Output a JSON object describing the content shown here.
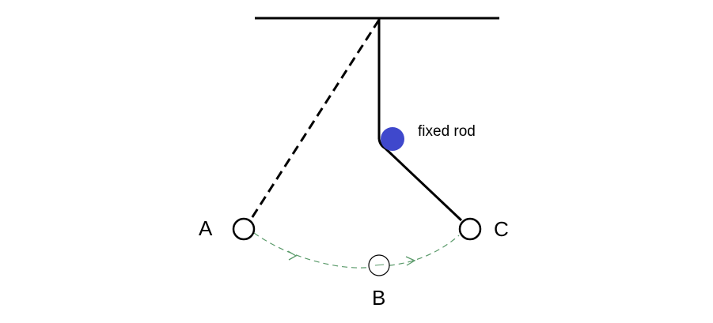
{
  "labels": {
    "point_a": "A",
    "point_b": "B",
    "point_c": "C",
    "fixed_rod": "fixed rod"
  },
  "colors": {
    "line": "#000000",
    "rod": "#3f48cc",
    "path": "#5a9a6a",
    "background": "#ffffff"
  }
}
